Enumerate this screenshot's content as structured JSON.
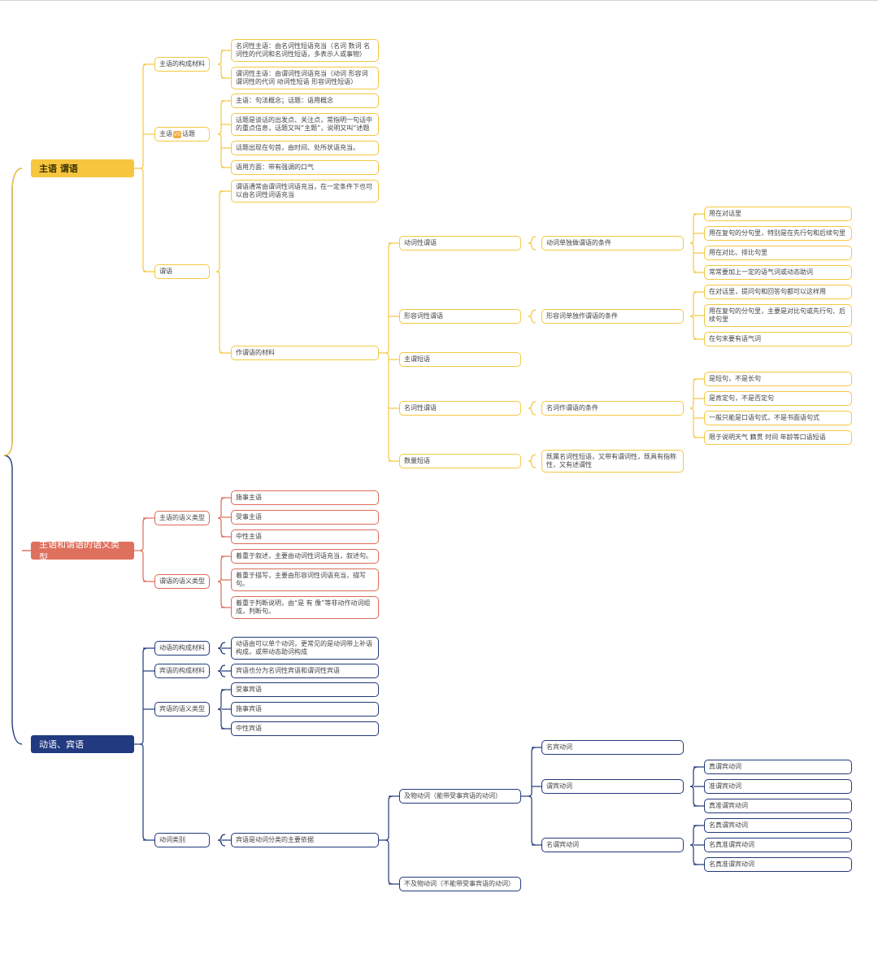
{
  "roots": {
    "r1": "主语 谓语",
    "r2": "主语和谓语的语义类型",
    "r3": "动语、宾语"
  },
  "s1": {
    "a": "主语的构成材料",
    "a1": "名词性主语：由名词性短语充当（名词 数词 名词性的代词和名词性短语，多表示人或事物）",
    "a2": "谓词性主语：由谓词性词语充当（动词 形容词 谓词性的代词 动词性短语 形容词性短语）",
    "b_pre": "主语",
    "b_icon": "VS",
    "b_post": "话题",
    "b1": "主语：句法概念；话题：语用概念",
    "b2": "话题是谈话的出发点、关注点，常指明一句话中的重点信息，话题又叫“主题”，说明又叫“述题",
    "b3": "话题出现在句首，由时间、处所状语充当。",
    "b4": "语用方面：带有强调的口气",
    "c": "谓语",
    "c1": "谓语通常由谓词性词语充当，在一定条件下也可以由名词性词语充当",
    "c2": "作谓语的材料",
    "v": "动词性谓语",
    "v1": "动词单独做谓语的条件",
    "v1a": "用在对话里",
    "v1b": "用在复句的分句里，特别是在先行句和后续句里",
    "v1c": "用在对比、排比句里",
    "v1d": "常常要加上一定的语气词或动态助词",
    "adj": "形容词性谓语",
    "adj1": "形容词单独作谓语的条件",
    "adj1a": "在对话里，提问句和回答句都可以这样用",
    "adj1b": "用在复句的分句里，主要是对比句或先行句、后续句里",
    "adj1c": "在句末要有语气词",
    "sp": "主谓短语",
    "n": "名词性谓语",
    "n1": "名词作谓语的条件",
    "n1a": "是短句，不是长句",
    "n1b": "是肯定句，不是否定句",
    "n1c": "一般只能是口语句式，不是书面语句式",
    "n1d": "限于说明天气 籍贯 时间 年龄等口语短语",
    "q": "数量短语",
    "q1": "既属名词性短语，又带有谓词性，既具有指称性，又有述谓性"
  },
  "s2": {
    "a": "主语的语义类型",
    "a1": "施事主语",
    "a2": "受事主语",
    "a3": "中性主语",
    "b": "谓语的语义类型",
    "b1": "着重于叙述，主要由动词性词语充当，叙述句。",
    "b2": "着重于描写，主要由形容词性词语充当，描写句。",
    "b3": "着重于判断说明，由“是 有 像”等非动作动词组成，判断句。"
  },
  "s3": {
    "a": "动语的构成材料",
    "a1": "动语由可以单个动词，更常见的是动词带上补语构成，或带动态助词构成",
    "b": "宾语的构成材料",
    "b1": "宾语也分为名词性宾语和谓词性宾语",
    "c": "宾语的语义类型",
    "c1": "受事宾语",
    "c2": "施事宾语",
    "c3": "中性宾语",
    "d": "动词类别",
    "d1": "宾语是动词分类的主要依据",
    "t": "及物动词（能带受事宾语的动词）",
    "t1": "名宾动词",
    "t2": "谓宾动词",
    "t2a": "真谓宾动词",
    "t2b": "准谓宾动词",
    "t2c": "真准谓宾动词",
    "t3": "名谓宾动词",
    "t3a": "名真谓宾动词",
    "t3b": "名真准谓宾动词",
    "t3c": "名真准谓宾动词",
    "it": "不及物动词（不能带受事宾语的动词）"
  },
  "colors": {
    "yellow": "#f4c842",
    "red": "#dc6b58",
    "navy": "#22397a"
  }
}
